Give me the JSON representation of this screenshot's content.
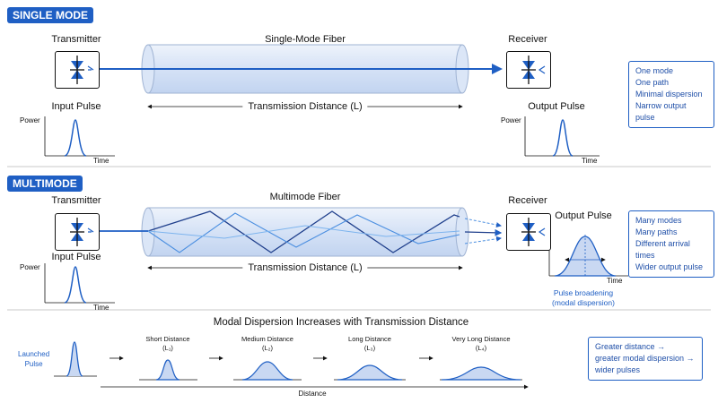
{
  "single": {
    "badge": "SINGLE MODE",
    "transmitter": "Transmitter",
    "fiber_title": "Single-Mode Fiber",
    "receiver": "Receiver",
    "distance_label": "Transmission Distance (L)",
    "input_pulse": "Input Pulse",
    "output_pulse": "Output Pulse",
    "power": "Power",
    "time": "Time",
    "notes": [
      "One mode",
      "One path",
      "Minimal dispersion",
      "Narrow output pulse"
    ]
  },
  "multi": {
    "badge": "MULTIMODE",
    "transmitter": "Transmitter",
    "fiber_title": "Multimode Fiber",
    "receiver": "Receiver",
    "distance_label": "Transmission Distance (L)",
    "input_pulse": "Input Pulse",
    "output_pulse": "Output Pulse",
    "power": "Power",
    "time": "Time",
    "broadening": [
      "Pulse broadening",
      "(modal dispersion)"
    ],
    "notes": [
      "Many modes",
      "Many paths",
      "Different arrival times",
      "Wider output pulse"
    ]
  },
  "dispersion": {
    "title": "Modal Dispersion Increases with Transmission Distance",
    "launched": [
      "Launched",
      "Pulse"
    ],
    "stages": [
      {
        "name": "Short Distance",
        "sub": "(L₁)"
      },
      {
        "name": "Medium Distance",
        "sub": "(L₂)"
      },
      {
        "name": "Long Distance",
        "sub": "(L₃)"
      },
      {
        "name": "Very Long Distance",
        "sub": "(L₄)"
      }
    ],
    "axis_label": "Distance",
    "summary": [
      "Greater distance →",
      "greater modal dispersion →",
      "wider pulses"
    ]
  },
  "colors": {
    "accent": "#1f5fc4",
    "fiber_fill": "#dbe6f7",
    "pulse_fill": "#c9d8f2"
  },
  "icons": [
    "transmitter-led-icon",
    "receiver-photodiode-icon"
  ]
}
